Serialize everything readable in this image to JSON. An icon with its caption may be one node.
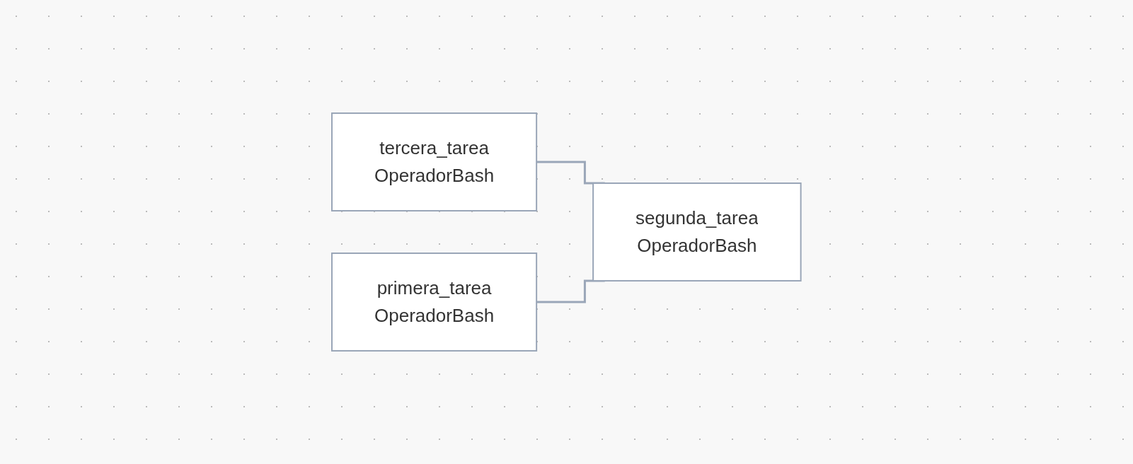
{
  "diagram": {
    "nodes": [
      {
        "text": [
          "tercera_tarea",
          "OperadorBash"
        ]
      },
      {
        "text": [
          "segunda_tarea",
          "OperadorBash"
        ]
      },
      {
        "text": [
          "primera_tarea",
          "OperadorBash"
        ]
      }
    ],
    "edges": [
      {
        "from": 0,
        "to": 1,
        "arrow": "none"
      },
      {
        "from": 2,
        "to": 1,
        "arrow": "none"
      }
    ]
  }
}
